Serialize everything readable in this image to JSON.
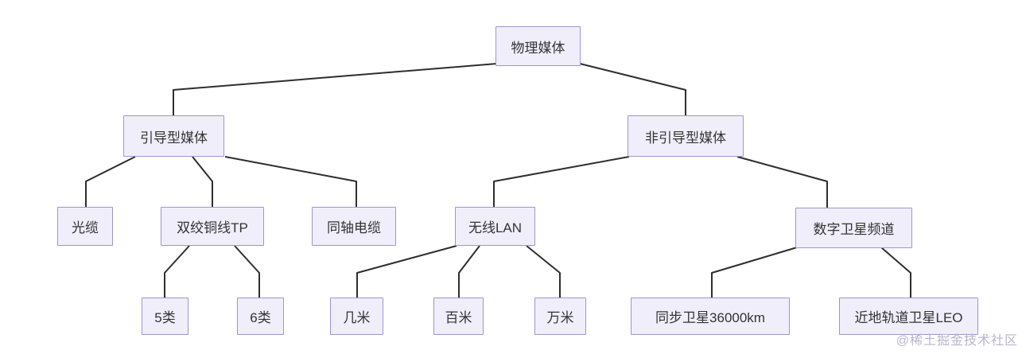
{
  "diagram": {
    "type": "tree",
    "nodes": {
      "root": {
        "label": "物理媒体"
      },
      "guided": {
        "label": "引导型媒体"
      },
      "unguided": {
        "label": "非引导型媒体"
      },
      "fiber": {
        "label": "光缆"
      },
      "twisted": {
        "label": "双绞铜线TP"
      },
      "coaxial": {
        "label": "同轴电缆"
      },
      "wlan": {
        "label": "无线LAN"
      },
      "satellite": {
        "label": "数字卫星频道"
      },
      "cat5": {
        "label": "5类"
      },
      "cat6": {
        "label": "6类"
      },
      "few_m": {
        "label": "几米"
      },
      "hundred_m": {
        "label": "百米"
      },
      "wan_m": {
        "label": "万米"
      },
      "geo_sat": {
        "label": "同步卫星36000km"
      },
      "leo_sat": {
        "label": "近地轨道卫星LEO"
      }
    },
    "edges": [
      {
        "from": "物理媒体",
        "to": "引导型媒体"
      },
      {
        "from": "物理媒体",
        "to": "非引导型媒体"
      },
      {
        "from": "引导型媒体",
        "to": "光缆"
      },
      {
        "from": "引导型媒体",
        "to": "双绞铜线TP"
      },
      {
        "from": "引导型媒体",
        "to": "同轴电缆"
      },
      {
        "from": "非引导型媒体",
        "to": "无线LAN"
      },
      {
        "from": "非引导型媒体",
        "to": "数字卫星频道"
      },
      {
        "from": "双绞铜线TP",
        "to": "5类"
      },
      {
        "from": "双绞铜线TP",
        "to": "6类"
      },
      {
        "from": "无线LAN",
        "to": "几米"
      },
      {
        "from": "无线LAN",
        "to": "百米"
      },
      {
        "from": "无线LAN",
        "to": "万米"
      },
      {
        "from": "数字卫星频道",
        "to": "同步卫星36000km"
      },
      {
        "from": "数字卫星频道",
        "to": "近地轨道卫星LEO"
      }
    ]
  },
  "watermark": {
    "text": "@稀土掘金技术社区"
  },
  "colors": {
    "background": "#ffffff",
    "node_fill": "#f0eefa",
    "node_border": "#9e96ce",
    "edge": "#2e2e2e",
    "text": "#333333",
    "watermark": "#b9b4cf"
  }
}
